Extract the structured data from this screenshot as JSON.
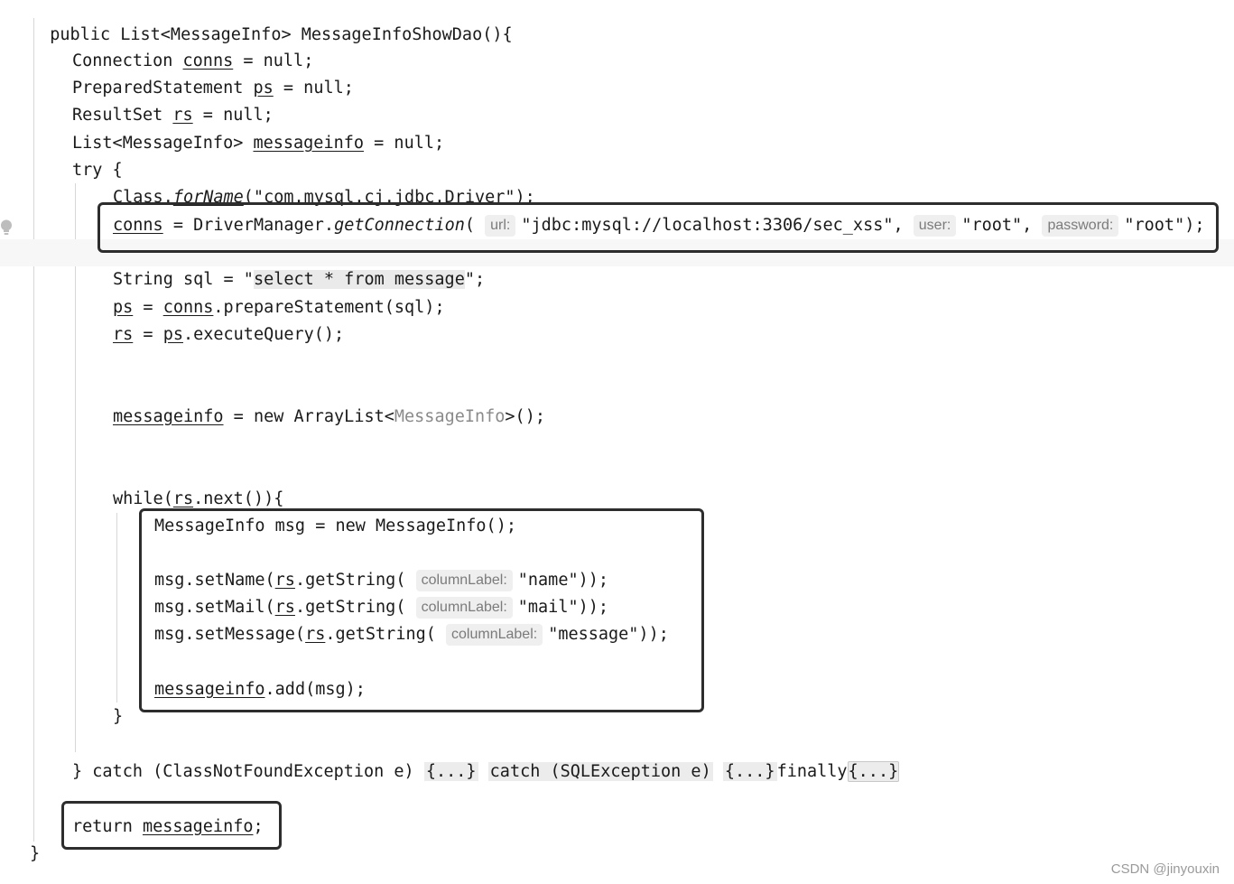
{
  "code": {
    "signature": "public List<MessageInfo> MessageInfoShowDao(){",
    "conn_decl_type": "Connection ",
    "conns": "conns",
    "eq_null": " = null;",
    "ps_decl_type": "PreparedStatement ",
    "ps": "ps",
    "rs_decl_type": "ResultSet ",
    "rs": "rs",
    "list_decl_type": "List<MessageInfo> ",
    "messageinfo": "messageinfo",
    "try_open": "try {",
    "class_forname_prefix": "Class.",
    "forname": "forName",
    "forname_arg": "(\"com.mysql.cj.jdbc.Driver\");",
    "get_conn_mid": " = DriverManager.",
    "get_connection": "getConnection",
    "paren_open": "( ",
    "hint_url": "url:",
    "url_value": "\"jdbc:mysql://localhost:3306/sec_xss\",",
    "hint_user": "user:",
    "user_value": "\"root\",",
    "hint_password": "password:",
    "password_value": "\"root\"",
    "get_conn_end": ");",
    "sql_prefix": "String sql = \"",
    "sql_query": "select * from message",
    "sql_suffix": "\";",
    "prep_mid": " = ",
    "prep_call": ".prepareStatement(sql);",
    "exec_call": ".executeQuery();",
    "new_list_mid": " = new ArrayList<",
    "new_list_type": "MessageInfo",
    "new_list_end": ">();",
    "while_prefix": "while(",
    "while_suffix": ".next()){",
    "msg_new": "MessageInfo msg = new MessageInfo();",
    "set_name_prefix": "msg.setName(",
    "set_mail_prefix": "msg.setMail(",
    "set_message_prefix": "msg.setMessage(",
    "get_string": ".getString( ",
    "hint_column_label": "columnLabel:",
    "name_arg": "\"name\"));",
    "mail_arg": "\"mail\"));",
    "message_arg": "\"message\"));",
    "add_call": ".add(msg);",
    "close_brace": "}",
    "catch_prefix": "} catch (ClassNotFoundException e) ",
    "fold_dots": "{...}",
    "catch_sql": "catch (SQLException e)",
    "finally_kw": "finally",
    "return_kw": "return ",
    "return_end": ";",
    "final_brace": "}"
  },
  "watermark": "CSDN @jinyouxin"
}
